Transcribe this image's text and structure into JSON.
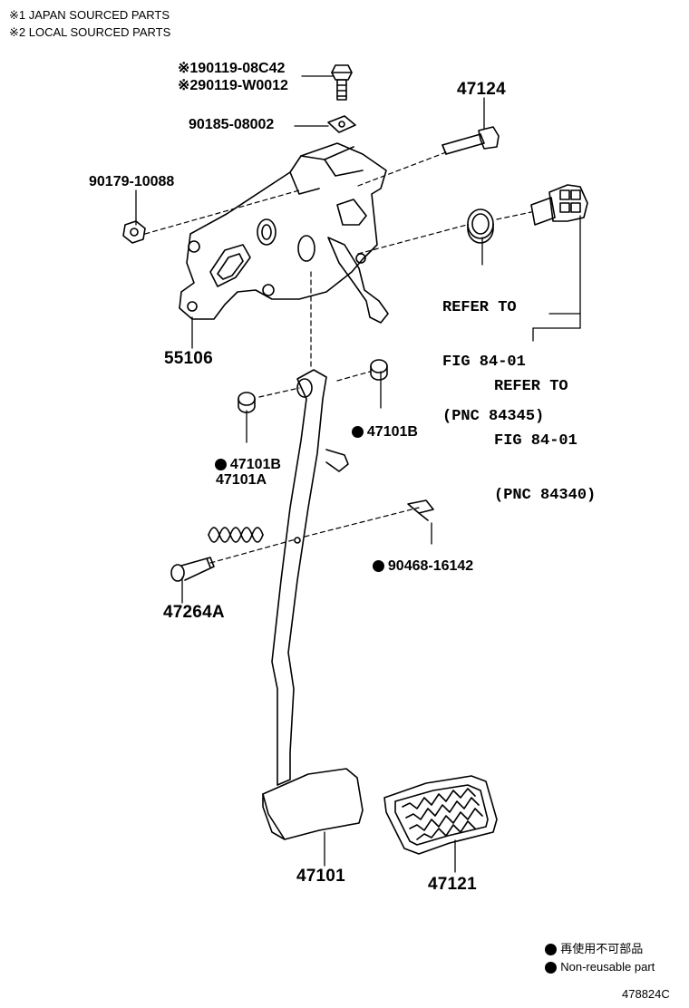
{
  "notes": {
    "japan": "※1 JAPAN SOURCED PARTS",
    "local": "※2 LOCAL SOURCED PARTS"
  },
  "parts": {
    "bolt_japan": "※190119-08C42",
    "bolt_local": "※290119-W0012",
    "clip_nut": "90185-08002",
    "pin_bolt": "47124",
    "nut": "90179-10088",
    "bracket": "55106",
    "bushing_right": "47101B",
    "bushing_left": "47101B",
    "spring": "47101A",
    "clip": "90468-16142",
    "pin": "47264A",
    "pedal": "47101",
    "pedal_pad": "47121"
  },
  "refs": {
    "ref1": [
      "REFER TO",
      "FIG 84-01",
      "(PNC 84345)"
    ],
    "ref2": [
      "REFER TO",
      "FIG 84-01",
      "(PNC 84340)"
    ]
  },
  "legend": {
    "jp": "再使用不可部品",
    "en": "Non-reusable part"
  },
  "diagram_id": "478824C"
}
